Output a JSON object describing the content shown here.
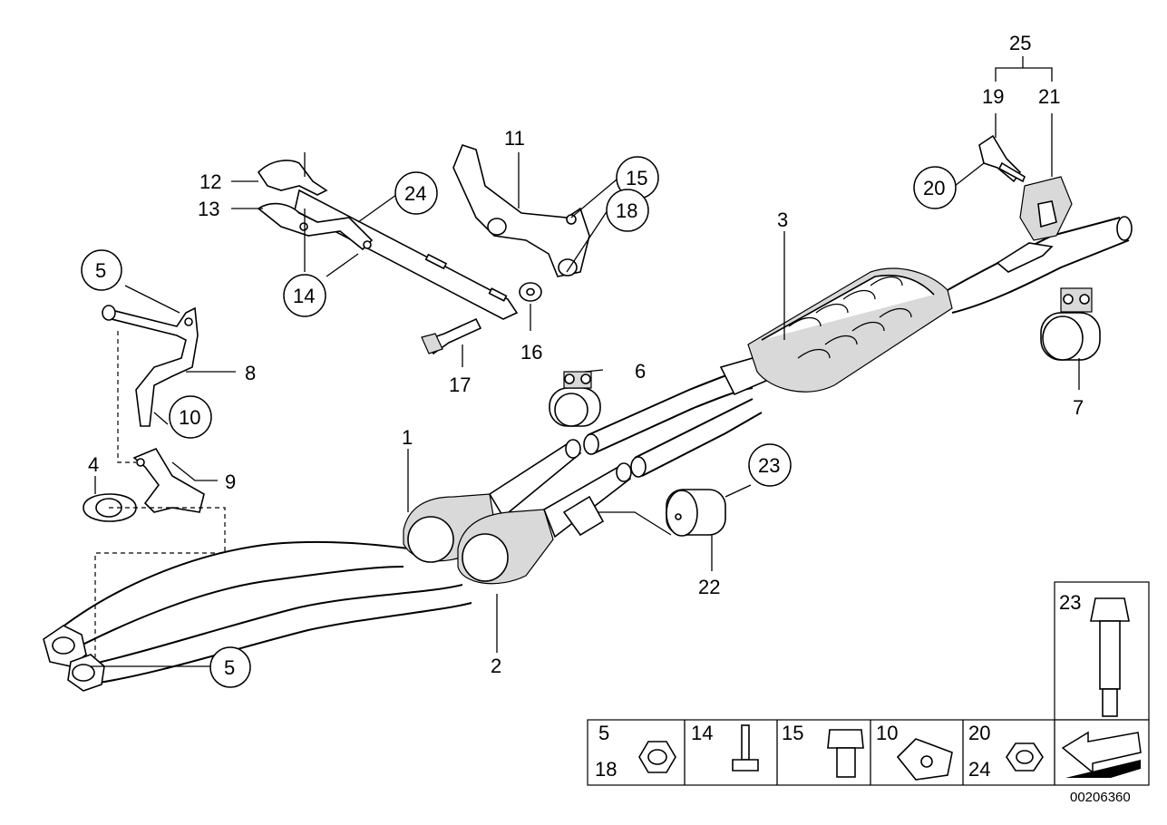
{
  "labels": {
    "l1": "1",
    "l2": "2",
    "l3": "3",
    "l4": "4",
    "l5a": "5",
    "l5b": "5",
    "l6": "6",
    "l7": "7",
    "l8": "8",
    "l9": "9",
    "l10": "10",
    "l11": "11",
    "l12": "12",
    "l13": "13",
    "l14": "14",
    "l15": "15",
    "l16": "16",
    "l17": "17",
    "l18": "18",
    "l19": "19",
    "l20": "20",
    "l21": "21",
    "l22": "22",
    "l23": "23",
    "l24": "24",
    "l25": "25"
  },
  "legend": {
    "c1_top": "5",
    "c1_bot": "18",
    "c2_top": "14",
    "c3_top": "15",
    "c4_top": "10",
    "c5_top": "20",
    "c5_bot": "24",
    "tall_top": "23"
  },
  "reference_number": "00206360"
}
